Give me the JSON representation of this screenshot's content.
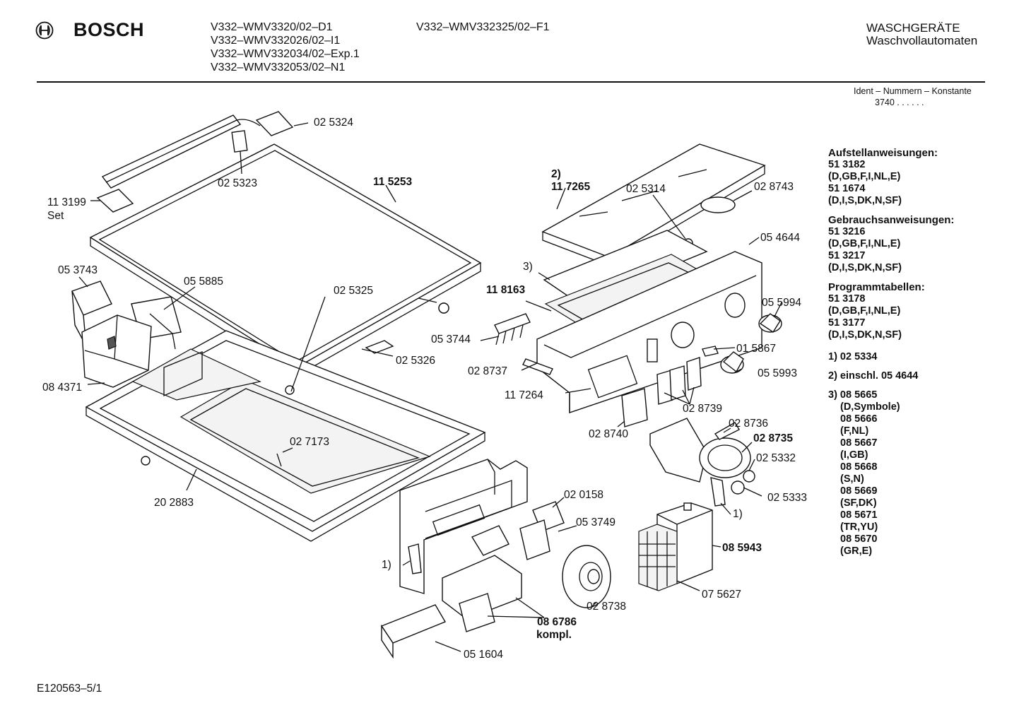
{
  "header": {
    "brand": "BOSCH",
    "models_col1": [
      "V332–WMV3320/02–D1",
      "V332–WMV332026/02–I1",
      "V332–WMV332034/02–Exp.1",
      "V332–WMV332053/02–N1"
    ],
    "models_col2": [
      "V332–WMV332325/02–F1"
    ],
    "category": "WASCHGERÄTE",
    "subcategory": "Waschvollautomaten",
    "ident_label": "Ident – Nummern – Konstante",
    "ident_value": "3740 . .  . . . ."
  },
  "parts": [
    {
      "id": "p025324",
      "text": "02 5324",
      "bold": false
    },
    {
      "id": "p025323",
      "text": "02 5323",
      "bold": false
    },
    {
      "id": "p113199",
      "text": "11 3199",
      "bold": false
    },
    {
      "id": "pset",
      "text": "Set",
      "bold": false
    },
    {
      "id": "p115253",
      "text": "11  5253",
      "bold": true
    },
    {
      "id": "p053743",
      "text": "05 3743",
      "bold": false
    },
    {
      "id": "p055885",
      "text": "05 5885",
      "bold": false
    },
    {
      "id": "p025325",
      "text": "02 5325",
      "bold": false
    },
    {
      "id": "p025326",
      "text": "02 5326",
      "bold": false
    },
    {
      "id": "p084371",
      "text": "08 4371",
      "bold": false
    },
    {
      "id": "p027173",
      "text": "02 7173",
      "bold": false
    },
    {
      "id": "p202883",
      "text": "20 2883",
      "bold": false
    },
    {
      "id": "p2",
      "text": "2)",
      "bold": true
    },
    {
      "id": "p117265",
      "text": "11 7265",
      "bold": true
    },
    {
      "id": "p025314",
      "text": "02 5314",
      "bold": false
    },
    {
      "id": "p028743",
      "text": "02 8743",
      "bold": false
    },
    {
      "id": "p054644",
      "text": "05 4644",
      "bold": false
    },
    {
      "id": "p3",
      "text": "3)",
      "bold": false
    },
    {
      "id": "p118163",
      "text": "11 8163",
      "bold": true
    },
    {
      "id": "p055994",
      "text": "05 5994",
      "bold": false
    },
    {
      "id": "p053744",
      "text": "05 3744",
      "bold": false
    },
    {
      "id": "p015867",
      "text": "01 5867",
      "bold": false
    },
    {
      "id": "p028737",
      "text": "02 8737",
      "bold": false
    },
    {
      "id": "p055993",
      "text": "05 5993",
      "bold": false
    },
    {
      "id": "p117264",
      "text": "11 7264",
      "bold": false
    },
    {
      "id": "p028739",
      "text": "02 8739",
      "bold": false
    },
    {
      "id": "p028740",
      "text": "02 8740",
      "bold": false
    },
    {
      "id": "p028736",
      "text": "02 8736",
      "bold": false
    },
    {
      "id": "p028735",
      "text": "02 8735",
      "bold": true
    },
    {
      "id": "p025332",
      "text": "02 5332",
      "bold": false
    },
    {
      "id": "p020158",
      "text": "02 0158",
      "bold": false
    },
    {
      "id": "p025333",
      "text": "02 5333",
      "bold": false
    },
    {
      "id": "p1a",
      "text": "1)",
      "bold": false
    },
    {
      "id": "p053749",
      "text": "05 3749",
      "bold": false
    },
    {
      "id": "p085943",
      "text": "08 5943",
      "bold": true
    },
    {
      "id": "p1b",
      "text": "1)",
      "bold": false
    },
    {
      "id": "p075627",
      "text": "07 5627",
      "bold": false
    },
    {
      "id": "p028738",
      "text": "02 8738",
      "bold": false
    },
    {
      "id": "p086786",
      "text": "08 6786",
      "bold": true
    },
    {
      "id": "pkompl",
      "text": "kompl.",
      "bold": true
    },
    {
      "id": "p051604",
      "text": "05 1604",
      "bold": false
    }
  ],
  "sidebar": {
    "aufstell_title": "Aufstellanweisungen:",
    "aufstell": [
      "51 3182",
      "(D,GB,F,I,NL,E)",
      "51 1674",
      "(D,I,S,DK,N,SF)"
    ],
    "gebrauch_title": "Gebrauchsanweisungen:",
    "gebrauch": [
      "51 3216",
      "(D,GB,F,I,NL,E)",
      "51 3217",
      "(D,I,S,DK,N,SF)"
    ],
    "programm_title": "Programmtabellen:",
    "programm": [
      "51 3178",
      "(D,GB,F,I,NL,E)",
      "51 3177",
      "(D,I,S,DK,N,SF)"
    ],
    "note1": "1)  02 5334",
    "note2": "2)  einschl. 05 4644",
    "note3_head": "3) 08 5665",
    "note3": [
      "(D,Symbole)",
      "08 5666",
      "(F,NL)",
      "08 5667",
      "(I,GB)",
      "08 5668",
      "(S,N)",
      "08 5669",
      "(SF,DK)",
      "08 5671",
      "(TR,YU)",
      "08 5670",
      "(GR,E)"
    ]
  },
  "footer": {
    "doc_id": "E120563–5/1"
  }
}
